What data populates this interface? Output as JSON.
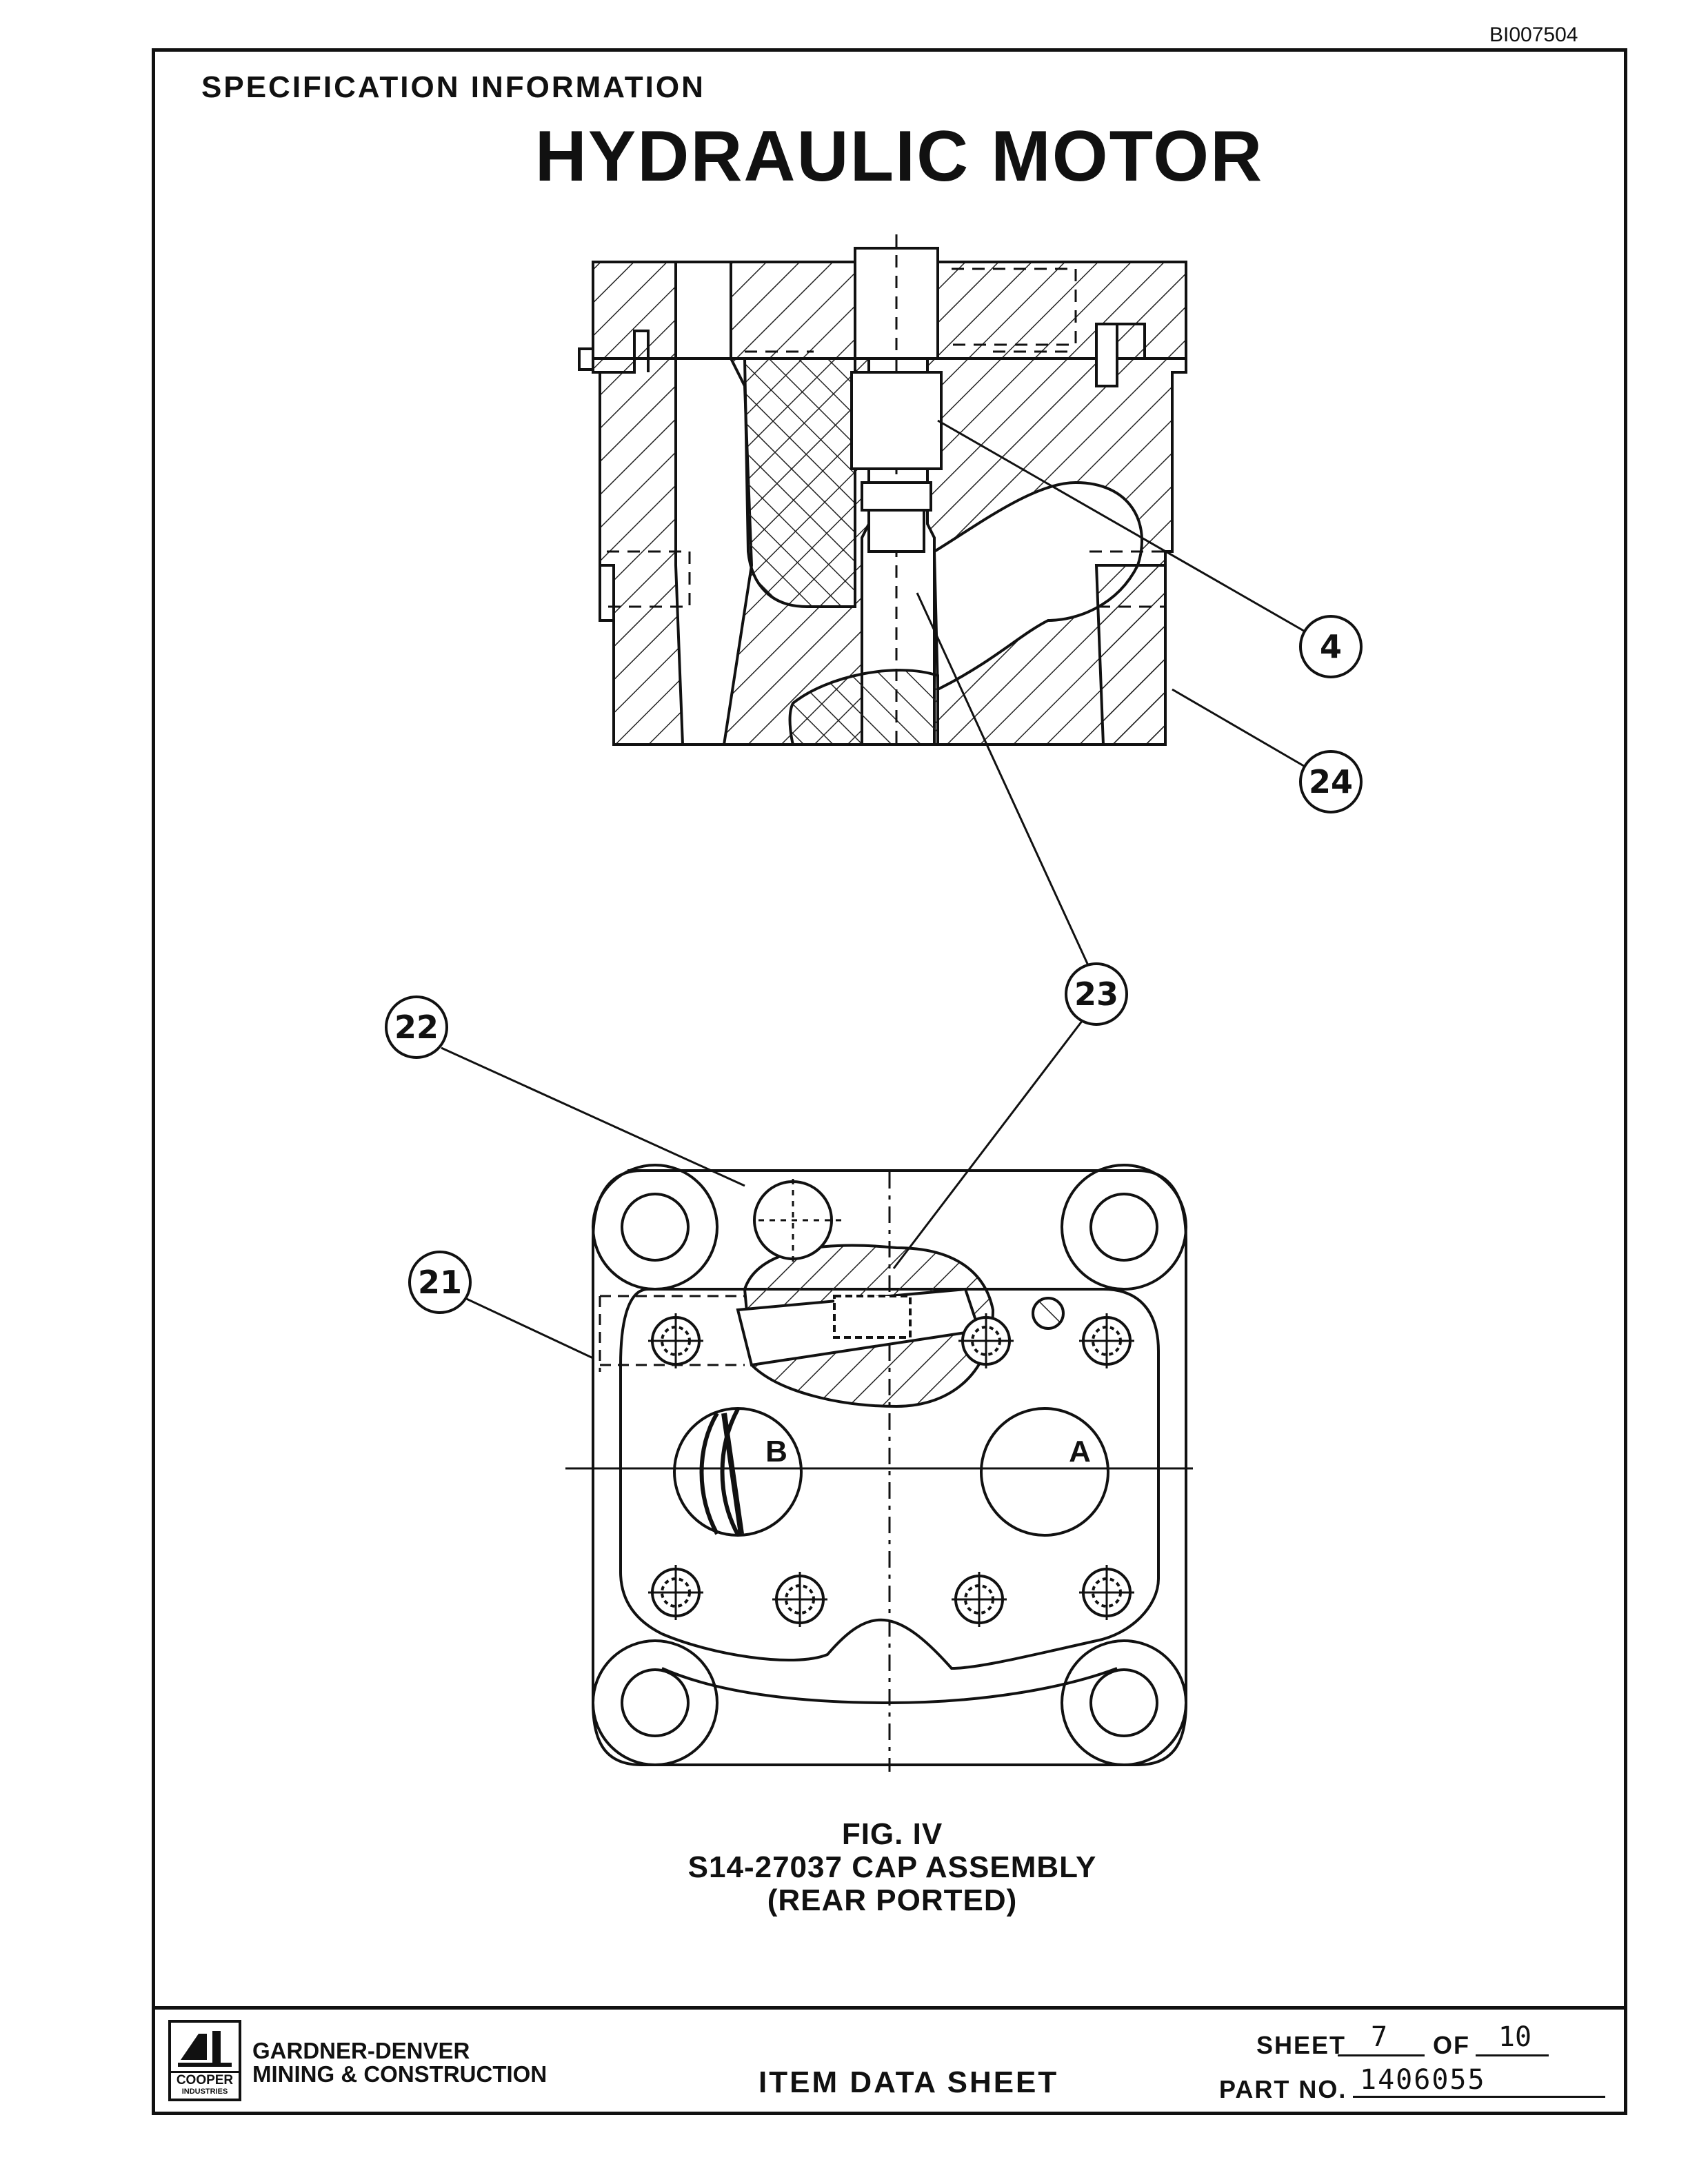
{
  "header": {
    "document_id": "BI007504",
    "section_label": "SPECIFICATION INFORMATION",
    "title": "HYDRAULIC MOTOR"
  },
  "drawing": {
    "callouts": [
      "4",
      "24",
      "23",
      "22",
      "21"
    ],
    "port_labels": [
      "B",
      "A"
    ],
    "figure_label": "FIG. IV",
    "assembly_label": "S14-27037 CAP ASSEMBLY",
    "assembly_note": "(REAR PORTED)"
  },
  "footer": {
    "logo_text": "COOPER",
    "logo_subtext": "INDUSTRIES",
    "company_line1": "GARDNER-DENVER",
    "company_line2": "MINING & CONSTRUCTION",
    "document_type": "ITEM DATA SHEET",
    "sheet_label": "SHEET",
    "sheet_number": "7",
    "of_label": "OF",
    "sheet_total": "10",
    "part_no_label": "PART NO.",
    "part_no": "1406055"
  }
}
